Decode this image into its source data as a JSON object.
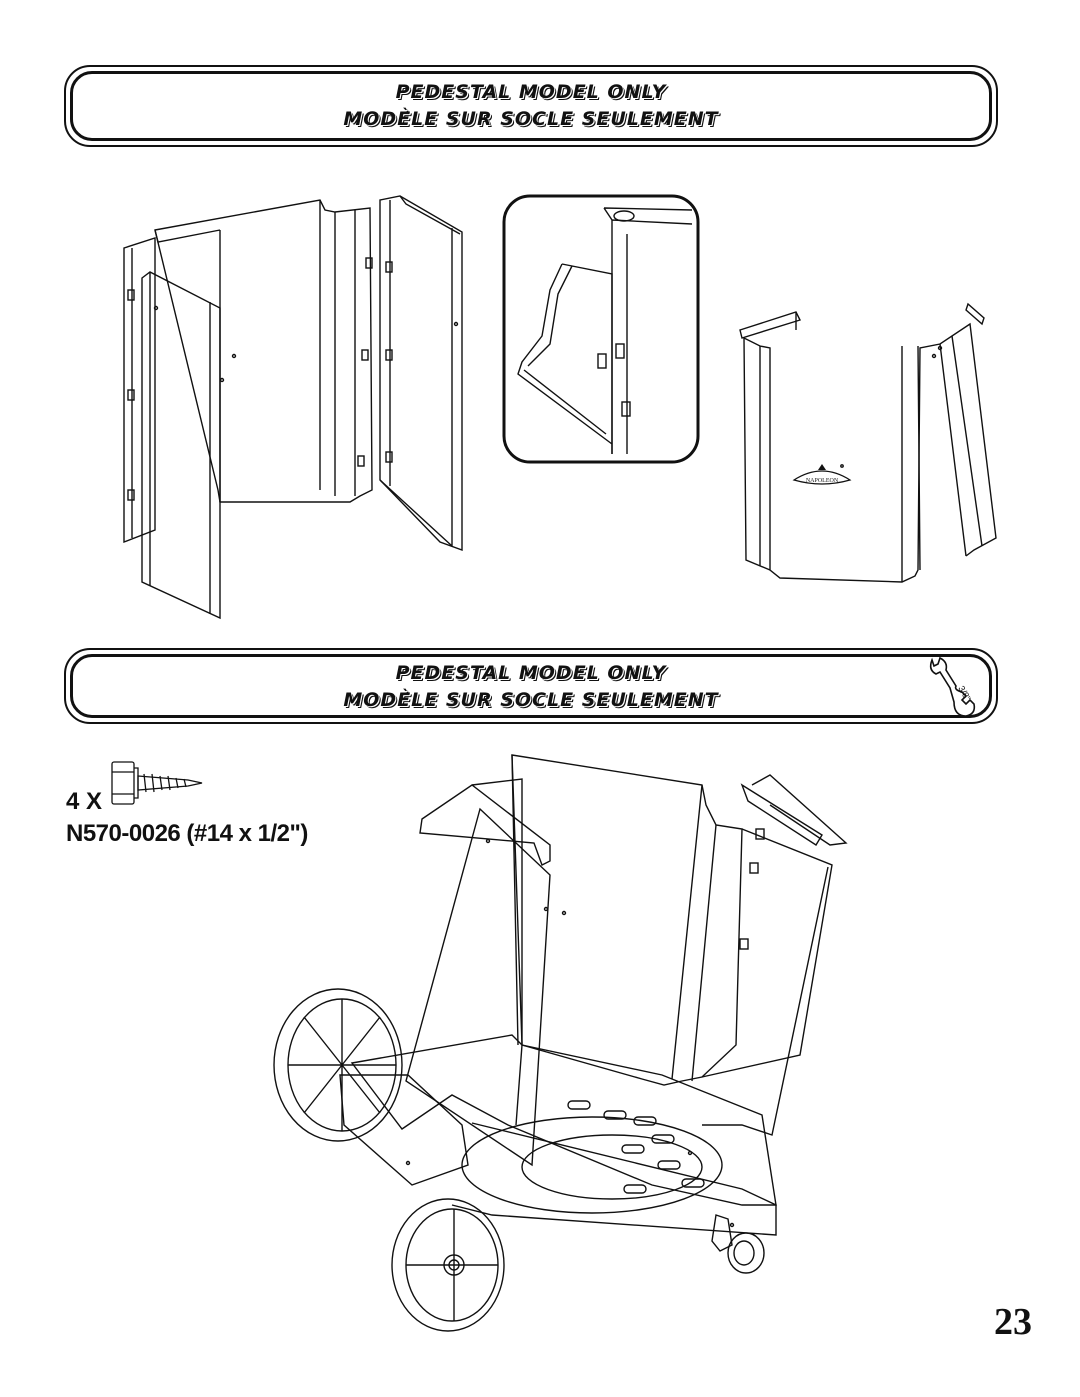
{
  "banner_top": {
    "line1": "Pedestal Model Only",
    "line2": "Modèle sur socle seulement"
  },
  "banner_bottom": {
    "line1": "Pedestal Model Only",
    "line2": "Modèle sur socle seulement",
    "wrench_size": "3/8\""
  },
  "hardware": {
    "quantity": "4 X",
    "part_number": "N570-0026 (#14 x 1/2\")"
  },
  "logo_text": "NAPOLEON",
  "page_number": "23"
}
